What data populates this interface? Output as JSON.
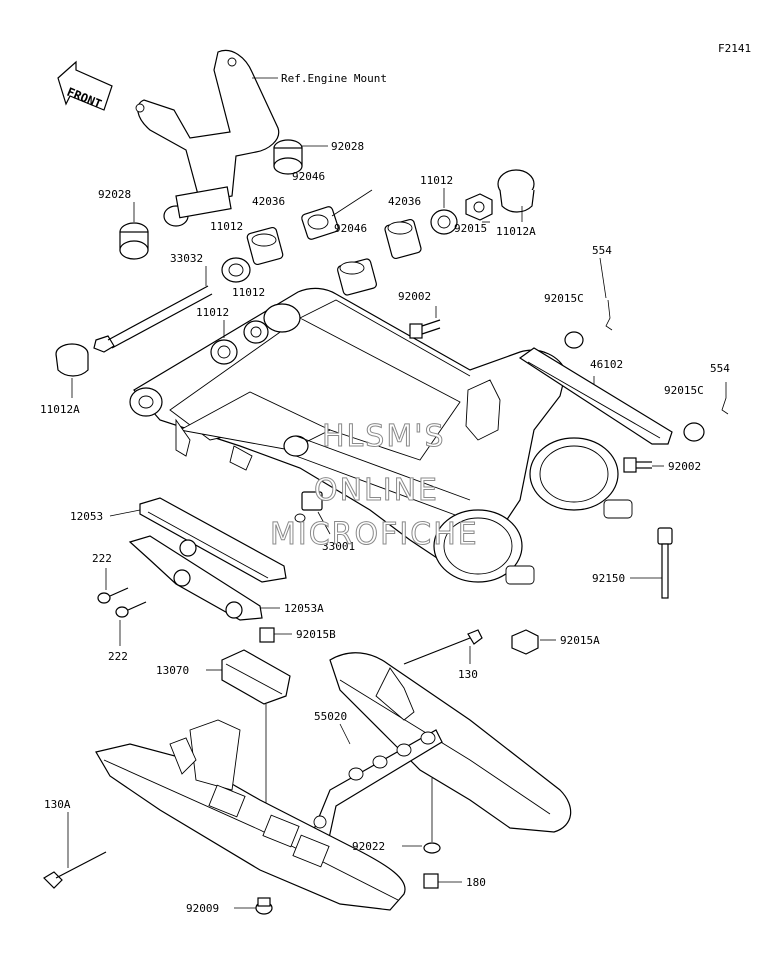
{
  "figure_id": "F2141",
  "front_label": "FRONT",
  "ref_label": "Ref.Engine Mount",
  "watermark": [
    "HLSM'S",
    "ONLINE",
    "MICROFICHE"
  ],
  "labels": {
    "p92028_top": "92028",
    "p92046_a": "92046",
    "p42036_a": "42036",
    "p11012_a": "11012",
    "p42036_b": "42036",
    "p92046_b": "92046",
    "p11012_top": "11012",
    "p11012A_top": "11012A",
    "p92015": "92015",
    "p92028_left": "92028",
    "p33032": "33032",
    "p11012_b": "11012",
    "p11012_c": "11012",
    "p11012A_left": "11012A",
    "p92002_a": "92002",
    "p554_a": "554",
    "p92015C_a": "92015C",
    "p46102": "46102",
    "p554_b": "554",
    "p92015C_b": "92015C",
    "p92002_b": "92002",
    "p12053": "12053",
    "p33001": "33001",
    "p222_a": "222",
    "p12053A": "12053A",
    "p222_b": "222",
    "p92150": "92150",
    "p92015B": "92015B",
    "p92015A": "92015A",
    "p130": "130",
    "p13070": "13070",
    "p55020": "55020",
    "p130A": "130A",
    "p92022": "92022",
    "p180": "180",
    "p92009": "92009"
  }
}
